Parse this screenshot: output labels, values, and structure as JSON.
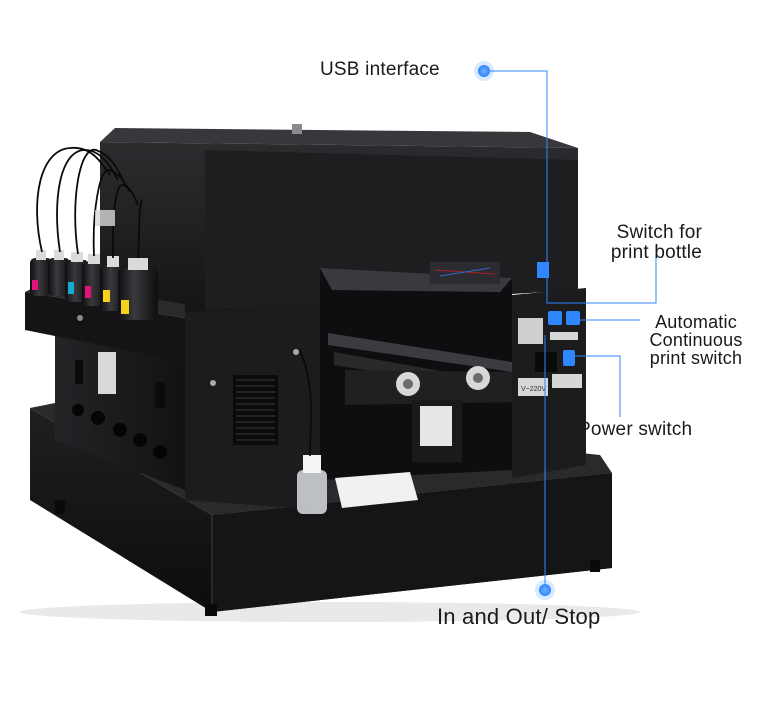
{
  "callouts": {
    "usb_interface": "USB interface",
    "switch_print_bottle": [
      "Switch for",
      "print bottle"
    ],
    "auto_continuous": [
      "Automatic",
      "Continuous",
      "print switch"
    ],
    "power_switch": "Power switch",
    "in_out_stop": "In and Out/ Stop"
  },
  "panel_labels": {
    "voltage": "V~220V"
  },
  "colors": {
    "accent": "#2f86ff",
    "printer_body": "#1b1b1d",
    "ink_cyan": "#18a9d6",
    "ink_magenta": "#e0147d",
    "ink_yellow": "#f2d21a"
  }
}
